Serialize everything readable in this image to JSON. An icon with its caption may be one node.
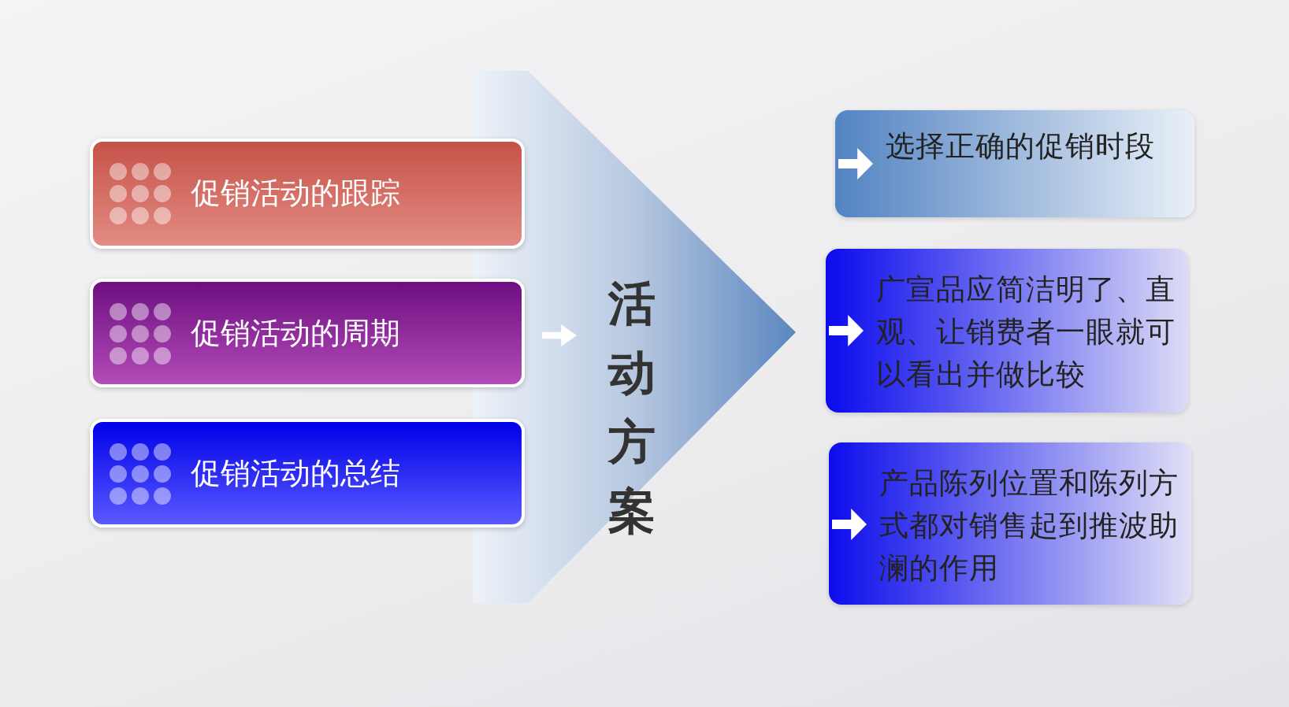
{
  "diagram": {
    "nodes": [
      {
        "text": [
          "促销活动的跟踪"
        ]
      },
      {
        "text": [
          "促销活动的周期"
        ]
      },
      {
        "text": [
          "促销活动的总结"
        ]
      },
      {
        "text": [
          "活动方案"
        ]
      },
      {
        "text": [
          "选择正确的促销时段"
        ]
      },
      {
        "text": [
          "广宣品应简洁明了、直观、让销费者一眼就可以看出并做比较"
        ]
      },
      {
        "text": [
          "产品陈列位置和陈列方式都对销售起到推波助澜的作用"
        ]
      }
    ]
  }
}
